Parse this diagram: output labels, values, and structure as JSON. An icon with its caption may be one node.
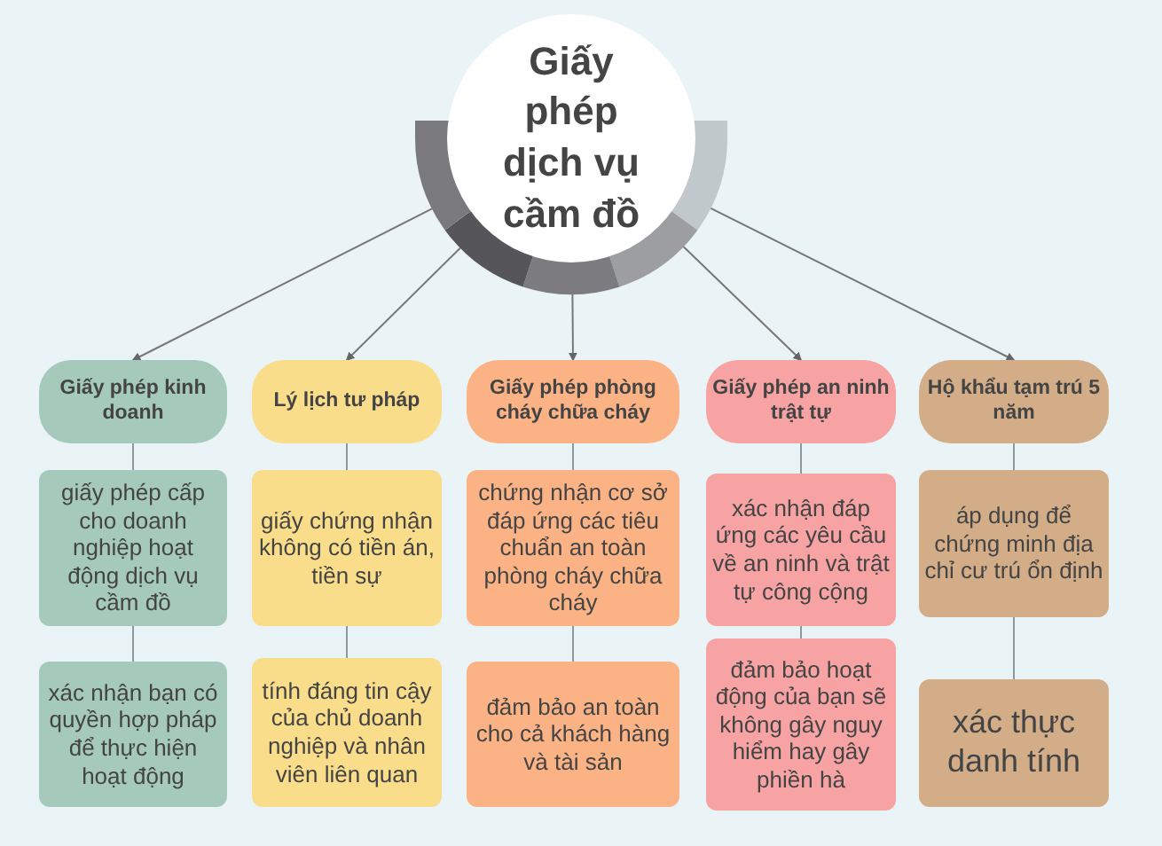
{
  "diagram": {
    "nodes": [
      {
        "text": [
          "Giấy phép dịch vụ cầm đồ"
        ]
      },
      {
        "text": [
          "Giấy phép kinh doanh"
        ]
      },
      {
        "text": [
          "giấy phép cấp cho doanh nghiệp hoạt động dịch vụ cầm đồ"
        ]
      },
      {
        "text": [
          "xác nhận bạn có quyền hợp pháp để thực hiện hoạt động"
        ]
      },
      {
        "text": [
          "Lý lịch tư pháp"
        ]
      },
      {
        "text": [
          "giấy chứng nhận không có tiền án, tiền sự"
        ]
      },
      {
        "text": [
          "tính đáng tin cậy của chủ doanh nghiệp và nhân viên liên quan"
        ]
      },
      {
        "text": [
          "Giấy phép phòng cháy chữa cháy"
        ]
      },
      {
        "text": [
          "chứng nhận cơ sở đáp ứng các tiêu chuẩn an toàn phòng cháy chữa cháy"
        ]
      },
      {
        "text": [
          "đảm bảo an toàn cho cả khách hàng và tài sản"
        ]
      },
      {
        "text": [
          "Giấy phép an ninh trật tự"
        ]
      },
      {
        "text": [
          "xác nhận đáp ứng các yêu cầu về an ninh và trật tự công cộng"
        ]
      },
      {
        "text": [
          "đảm bảo hoạt động của bạn sẽ không gây nguy hiểm hay gây phiền hà"
        ]
      },
      {
        "text": [
          "Hộ khẩu tạm trú 5 năm"
        ]
      },
      {
        "text": [
          "áp dụng để chứng minh địa chỉ cư trú ổn định"
        ]
      },
      {
        "text": [
          "xác thực danh tính"
        ]
      }
    ],
    "edges": [
      {
        "from": 0,
        "to": 1,
        "arrow": "to"
      },
      {
        "from": 0,
        "to": 4,
        "arrow": "to"
      },
      {
        "from": 0,
        "to": 7,
        "arrow": "to"
      },
      {
        "from": 0,
        "to": 10,
        "arrow": "to"
      },
      {
        "from": 0,
        "to": 13,
        "arrow": "to"
      },
      {
        "from": 1,
        "to": 2,
        "arrow": "none"
      },
      {
        "from": 2,
        "to": 3,
        "arrow": "none"
      },
      {
        "from": 4,
        "to": 5,
        "arrow": "none"
      },
      {
        "from": 5,
        "to": 6,
        "arrow": "none"
      },
      {
        "from": 7,
        "to": 8,
        "arrow": "none"
      },
      {
        "from": 8,
        "to": 9,
        "arrow": "none"
      },
      {
        "from": 10,
        "to": 11,
        "arrow": "none"
      },
      {
        "from": 11,
        "to": 12,
        "arrow": "none"
      },
      {
        "from": 13,
        "to": 14,
        "arrow": "none"
      },
      {
        "from": 14,
        "to": 15,
        "arrow": "none"
      }
    ]
  }
}
